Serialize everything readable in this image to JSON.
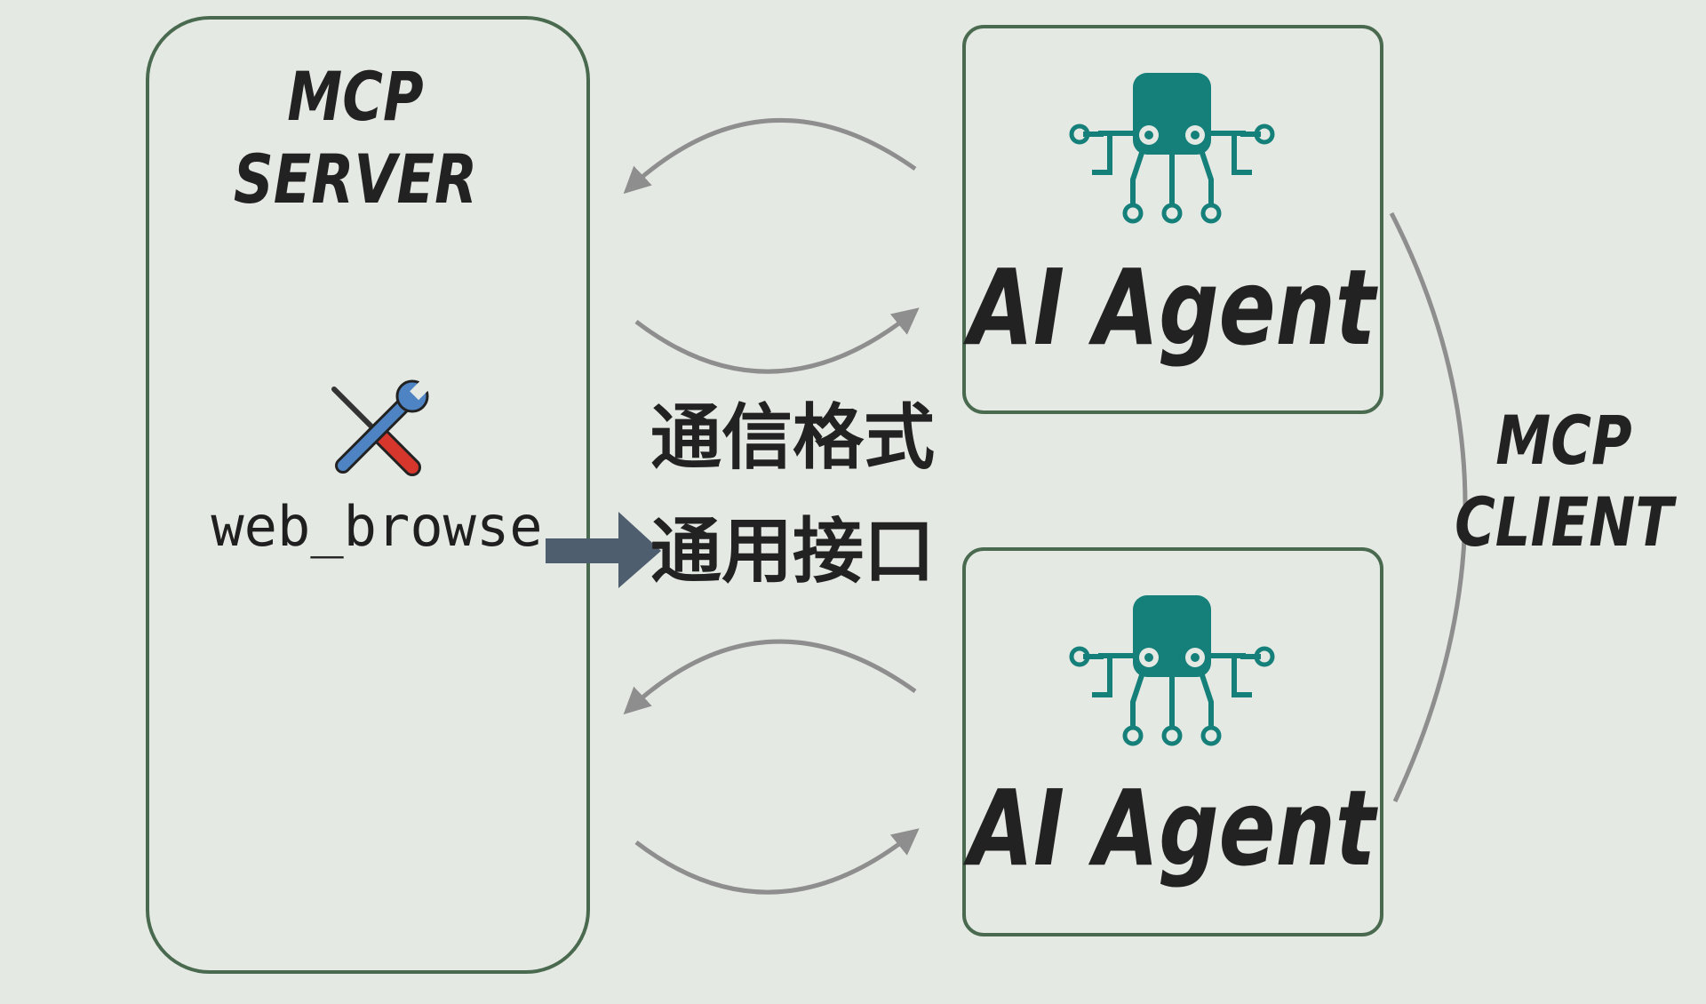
{
  "colors": {
    "background": "#e5e9e3",
    "box_border": "#4a6a50",
    "agent_icon": "#157f7a",
    "flow_arrow": "#8e8e8e",
    "output_arrow": "#4e5e6e",
    "text": "#222222"
  },
  "server": {
    "title_line1": "MCP",
    "title_line2": "SERVER",
    "tool_icon": "hammer-and-wrench-icon",
    "tool_name": "web_browse"
  },
  "center_labels": {
    "line1": "通信格式",
    "line2": "通用接口"
  },
  "agents": [
    {
      "label": "AI Agent",
      "icon": "octopus-robot-icon"
    },
    {
      "label": "AI Agent",
      "icon": "octopus-robot-icon"
    }
  ],
  "client": {
    "label_line1": "MCP",
    "label_line2": "CLIENT"
  }
}
